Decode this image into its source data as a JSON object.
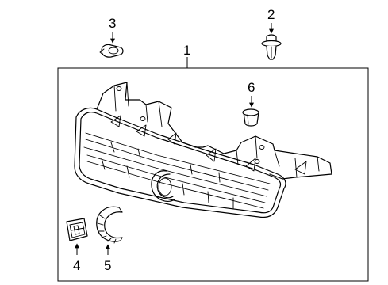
{
  "callouts": {
    "c1": "1",
    "c2": "2",
    "c3": "3",
    "c4": "4",
    "c5": "5",
    "c6": "6"
  },
  "parts": {
    "p1": "grille-assembly",
    "p2": "push-pin-clip",
    "p3": "retainer-clip",
    "p4": "emblem",
    "p5": "wreath-emblem",
    "p6": "grommet"
  }
}
